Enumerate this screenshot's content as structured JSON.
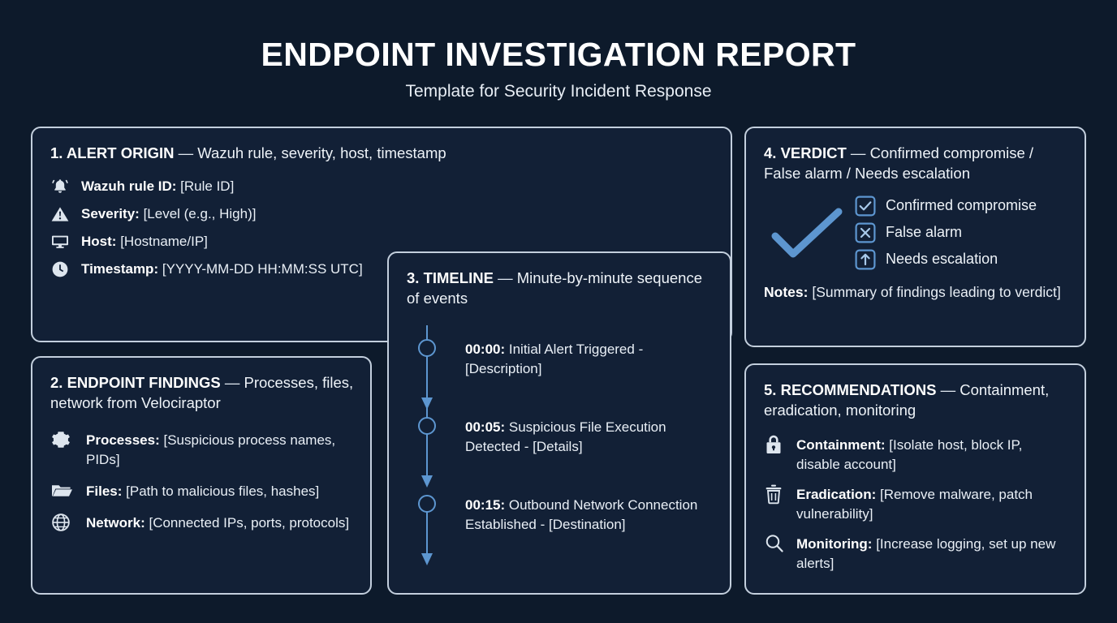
{
  "header": {
    "title": "ENDPOINT INVESTIGATION REPORT",
    "subtitle": "Template for Security Incident Response"
  },
  "colors": {
    "page_background": "#0d1a2b",
    "panel_background": "#122036",
    "panel_border": "#c3cfdd",
    "accent_blue": "#5d96d0",
    "icon_fill": "#dde5ee",
    "text": "#eef3f8"
  },
  "panels": {
    "alert_origin": {
      "number": "1.",
      "title": "ALERT ORIGIN",
      "dash": "—",
      "summary": "Wazuh rule, severity, host, timestamp",
      "rows": [
        {
          "icon": "bell-icon",
          "label": "Wazuh rule ID:",
          "value": "[Rule ID]"
        },
        {
          "icon": "warning-triangle-icon",
          "label": "Severity:",
          "value": "[Level (e.g., High)]"
        },
        {
          "icon": "monitor-icon",
          "label": "Host:",
          "value": "[Hostname/IP]"
        },
        {
          "icon": "clock-icon",
          "label": "Timestamp:",
          "value": "[YYYY-MM-DD HH:MM:SS UTC]"
        }
      ]
    },
    "endpoint_findings": {
      "number": "2.",
      "title": "ENDPOINT FINDINGS",
      "dash": "—",
      "summary": "Processes, files, network from Velociraptor",
      "rows": [
        {
          "icon": "gear-icon",
          "label": "Processes:",
          "value": "[Suspicious process names, PIDs]"
        },
        {
          "icon": "folder-icon",
          "label": "Files:",
          "value": "[Path to malicious files, hashes]"
        },
        {
          "icon": "globe-icon",
          "label": "Network:",
          "value": "[Connected IPs, ports, protocols]"
        }
      ]
    },
    "timeline": {
      "number": "3.",
      "title": "TIMELINE",
      "dash": "—",
      "summary": "Minute-by-minute sequence of events",
      "events": [
        {
          "time": "00:00:",
          "text": "Initial Alert Triggered - [Description]"
        },
        {
          "time": "00:05:",
          "text": "Suspicious File Execution Detected - [Details]"
        },
        {
          "time": "00:15:",
          "text": "Outbound Network Connection Established - [Destination]"
        }
      ]
    },
    "verdict": {
      "number": "4.",
      "title": "VERDICT",
      "dash": "—",
      "summary": "Confirmed compromise / False alarm / Needs escalation",
      "choices": [
        {
          "icon": "checkbox-checked-icon",
          "label": "Confirmed compromise"
        },
        {
          "icon": "checkbox-cross-icon",
          "label": "False alarm"
        },
        {
          "icon": "checkbox-uparrow-icon",
          "label": "Needs escalation"
        }
      ],
      "notes_label": "Notes:",
      "notes_value": "[Summary of findings leading to verdict]"
    },
    "recommendations": {
      "number": "5.",
      "title": "RECOMMENDATIONS",
      "dash": "—",
      "summary": "Containment, eradication, monitoring",
      "rows": [
        {
          "icon": "lock-icon",
          "label": "Containment:",
          "value": "[Isolate host, block IP, disable account]"
        },
        {
          "icon": "trash-icon",
          "label": "Eradication:",
          "value": "[Remove malware, patch vulnerability]"
        },
        {
          "icon": "magnifier-icon",
          "label": "Monitoring:",
          "value": "[Increase logging, set up new alerts]"
        }
      ]
    }
  }
}
